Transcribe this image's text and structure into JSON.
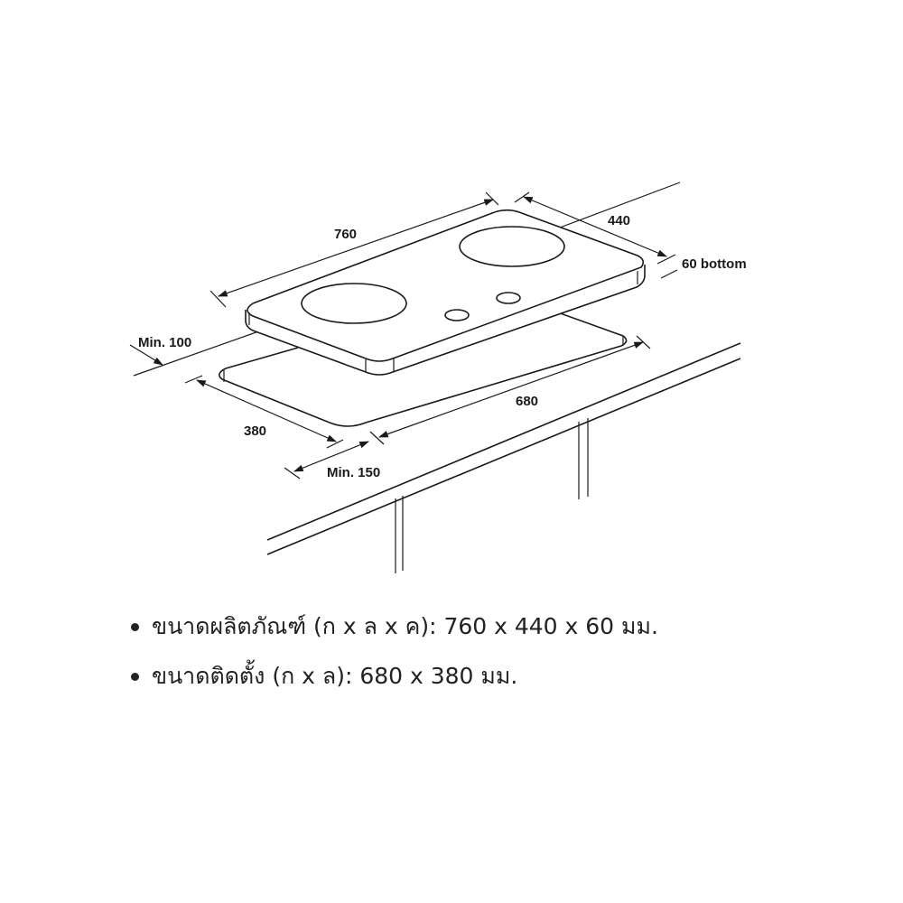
{
  "diagram": {
    "labels": {
      "length": "760",
      "depth": "440",
      "height": "60 bottom",
      "min_back": "Min. 100",
      "cutout_length": "680",
      "cutout_depth": "380",
      "min_front": "Min. 150"
    }
  },
  "specs": [
    {
      "text": "ขนาดผลิตภัณฑ์ (ก x ล x ค): 760 x 440 x 60 มม."
    },
    {
      "text": "ขนาดติดตั้ง (ก x ล): 680 x 380 มม."
    }
  ]
}
